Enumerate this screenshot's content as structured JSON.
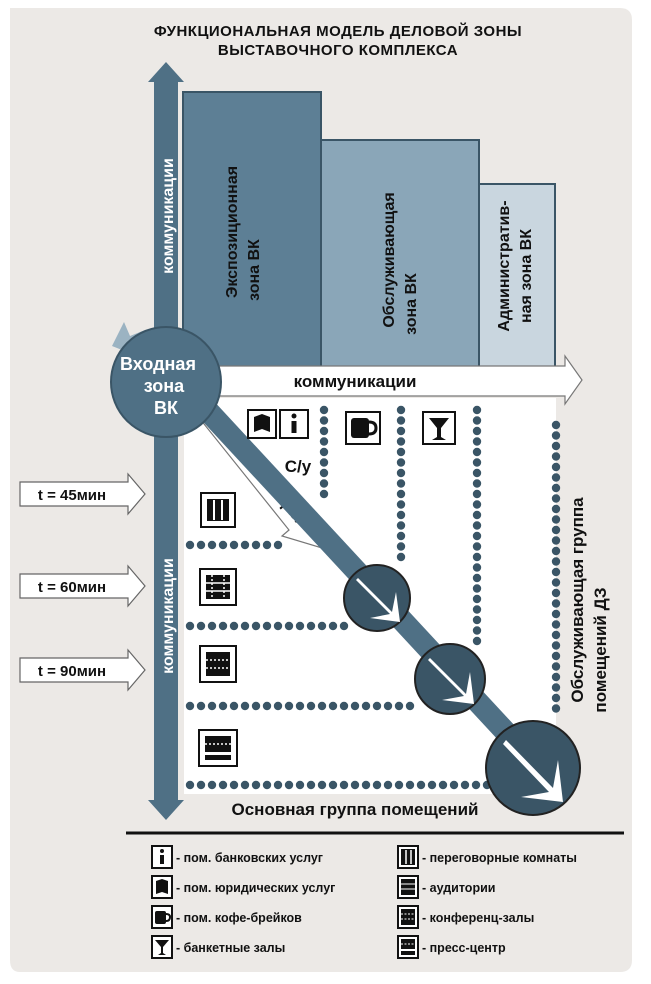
{
  "title": [
    "ФУНКЦИОНАЛЬНАЯ  МОДЕЛЬ  ДЕЛОВОЙ ЗОНЫ",
    "ВЫСТАВОЧНОГО  КОМПЛЕКСА"
  ],
  "zones": {
    "expo": [
      "Экспозиционная",
      "зона ВК"
    ],
    "service": [
      "Обслуживающая",
      "зона ВК"
    ],
    "admin": [
      "Административ-",
      "ная   зона ВК"
    ]
  },
  "communications": {
    "vertical_top": "коммуникации",
    "vertical_bottom": "коммуникации",
    "horizontal": "коммуникации",
    "diagonal": "коммуникации"
  },
  "entry_zone": [
    "Входная",
    "зона",
    "ВК"
  ],
  "wc_label": "С/у",
  "service_group": [
    "Обслуживающая группа",
    "помещений  ДЗ"
  ],
  "main_group": "Основная группа помещений",
  "times": [
    {
      "label": "t = 45мин"
    },
    {
      "label": "t = 60мин"
    },
    {
      "label": "t = 90мин"
    }
  ],
  "legend": {
    "left": [
      {
        "icon": "info-icon",
        "label": "- пом. банковских услуг"
      },
      {
        "icon": "book-icon",
        "label": "- пом. юридических услуг"
      },
      {
        "icon": "cup-icon",
        "label": "- пом. кофе-брейков"
      },
      {
        "icon": "glass-icon",
        "label": "- банкетные  залы"
      }
    ],
    "right": [
      {
        "icon": "meeting-room-icon",
        "label": "- переговорные  комнаты"
      },
      {
        "icon": "auditorium-icon",
        "label": "- аудитории"
      },
      {
        "icon": "conference-hall-icon",
        "label": "- конференц-залы"
      },
      {
        "icon": "press-center-icon",
        "label": "- пресс-центр"
      }
    ]
  },
  "colors": {
    "background": "#ffffff",
    "panel": "#ece9e6",
    "expo_zone": "#5d7f95",
    "service_zone": "#8aa6b8",
    "admin_zone": "#c9d6df",
    "communications_bar": "#4f7085",
    "dots": "#3a5566",
    "entry_circle": "#4f7085"
  }
}
